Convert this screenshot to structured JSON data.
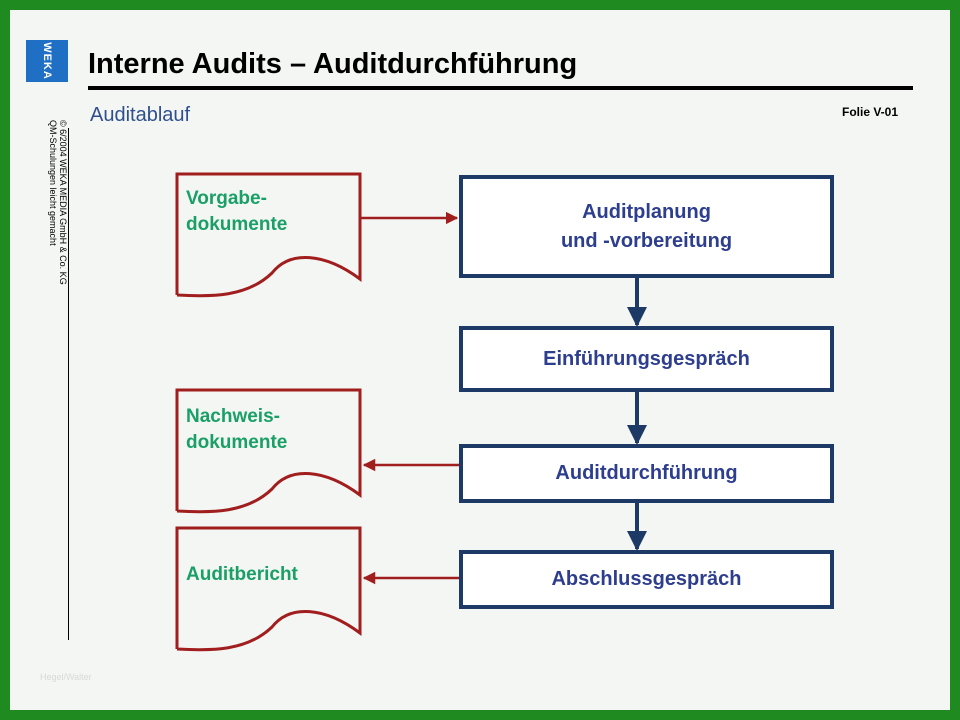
{
  "header": {
    "logo_text": "WEKA",
    "title": "Interne Audits – Auditdurchführung",
    "subtitle": "Auditablauf",
    "folio": "Folie V-01"
  },
  "sidebar": {
    "copyright_line1": "© 6/2004 WEKA MEDIA GmbH & Co. KG",
    "copyright_line2": "QM-Schulungen leicht gemacht"
  },
  "footer": {
    "faint_text": "Hegel/Walter"
  },
  "diagram": {
    "documents": [
      {
        "label": "Vorgabe-\ndokumente"
      },
      {
        "label": "Nachweis-\ndokumente"
      },
      {
        "label": "Auditbericht"
      }
    ],
    "steps": [
      {
        "label": "Auditplanung\nund -vorbereitung"
      },
      {
        "label": "Einführungsgespräch"
      },
      {
        "label": "Auditdurchführung"
      },
      {
        "label": "Abschlussgespräch"
      }
    ],
    "colors": {
      "doc_border": "#a01e1e",
      "doc_text": "#1aa066",
      "step_border": "#1d3a66",
      "step_text": "#2e3e8e",
      "arrow_red": "#a01e1e",
      "arrow_blue": "#1d3a66",
      "frame": "#1f8a1f",
      "logo": "#1f6fc4"
    }
  }
}
